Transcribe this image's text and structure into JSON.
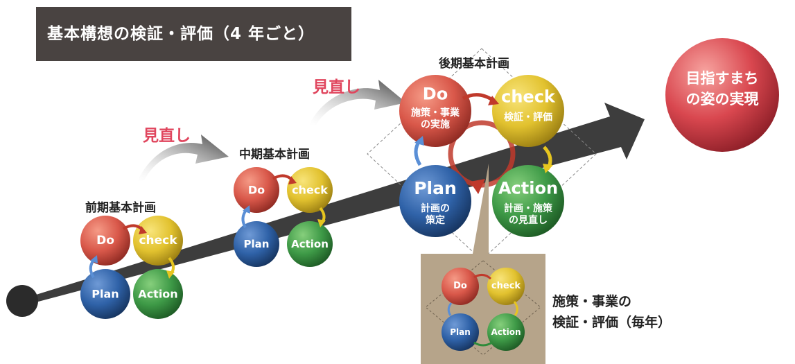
{
  "title": "基本構想の検証・評価（4 年ごと）",
  "review_label": "見直し",
  "plans": {
    "early": {
      "label": "前期基本計画",
      "do": "Do",
      "check": "check",
      "plan": "Plan",
      "action": "Action"
    },
    "middle": {
      "label": "中期基本計画",
      "do": "Do",
      "check": "check",
      "plan": "Plan",
      "action": "Action"
    },
    "late": {
      "label": "後期基本計画",
      "do": "Do",
      "do_sub": "施策・事業\nの実施",
      "check": "check",
      "check_sub": "検証・評価",
      "plan": "Plan",
      "plan_sub": "計画の\n策定",
      "action": "Action",
      "action_sub": "計画・施策\nの見直し"
    },
    "annual": {
      "do": "Do",
      "check": "check",
      "plan": "Plan",
      "action": "Action"
    }
  },
  "goal": "目指すまち\nの姿の実現",
  "annual_note": "施策・事業の\n検証・評価（毎年）",
  "colors": {
    "do": "#d9584a",
    "check": "#e2c22f",
    "plan": "#2f62a8",
    "action": "#3e9a47",
    "goal": "#d9474f",
    "arrow": "#3d3d3d",
    "review_text": "#e0465e",
    "title_bg": "#494341",
    "callout_bg": "#b6a48a"
  }
}
